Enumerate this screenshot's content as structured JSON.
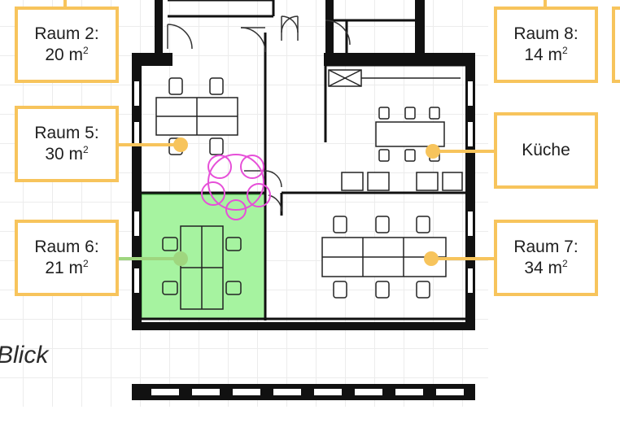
{
  "labels": {
    "raum2": {
      "name": "Raum 2:",
      "size": "20 m",
      "unit_sup": "2"
    },
    "raum8": {
      "name": "Raum 8:",
      "size": "14 m",
      "unit_sup": "2"
    },
    "raum5": {
      "name": "Raum 5:",
      "size": "30 m",
      "unit_sup": "2"
    },
    "kueche": {
      "name": "Küche"
    },
    "raum6": {
      "name": "Raum 6:",
      "size": "21 m",
      "unit_sup": "2"
    },
    "raum7": {
      "name": "Raum 7:",
      "size": "34 m",
      "unit_sup": "2"
    }
  },
  "caption": "Blick",
  "colors": {
    "label_border": "#f7c45c",
    "marker_dot": "#f7c45c",
    "highlight_room": "#a6f3a0",
    "highlight_marker": "#9fd67f",
    "plant": "#e64fd8",
    "walls": "#111111"
  }
}
